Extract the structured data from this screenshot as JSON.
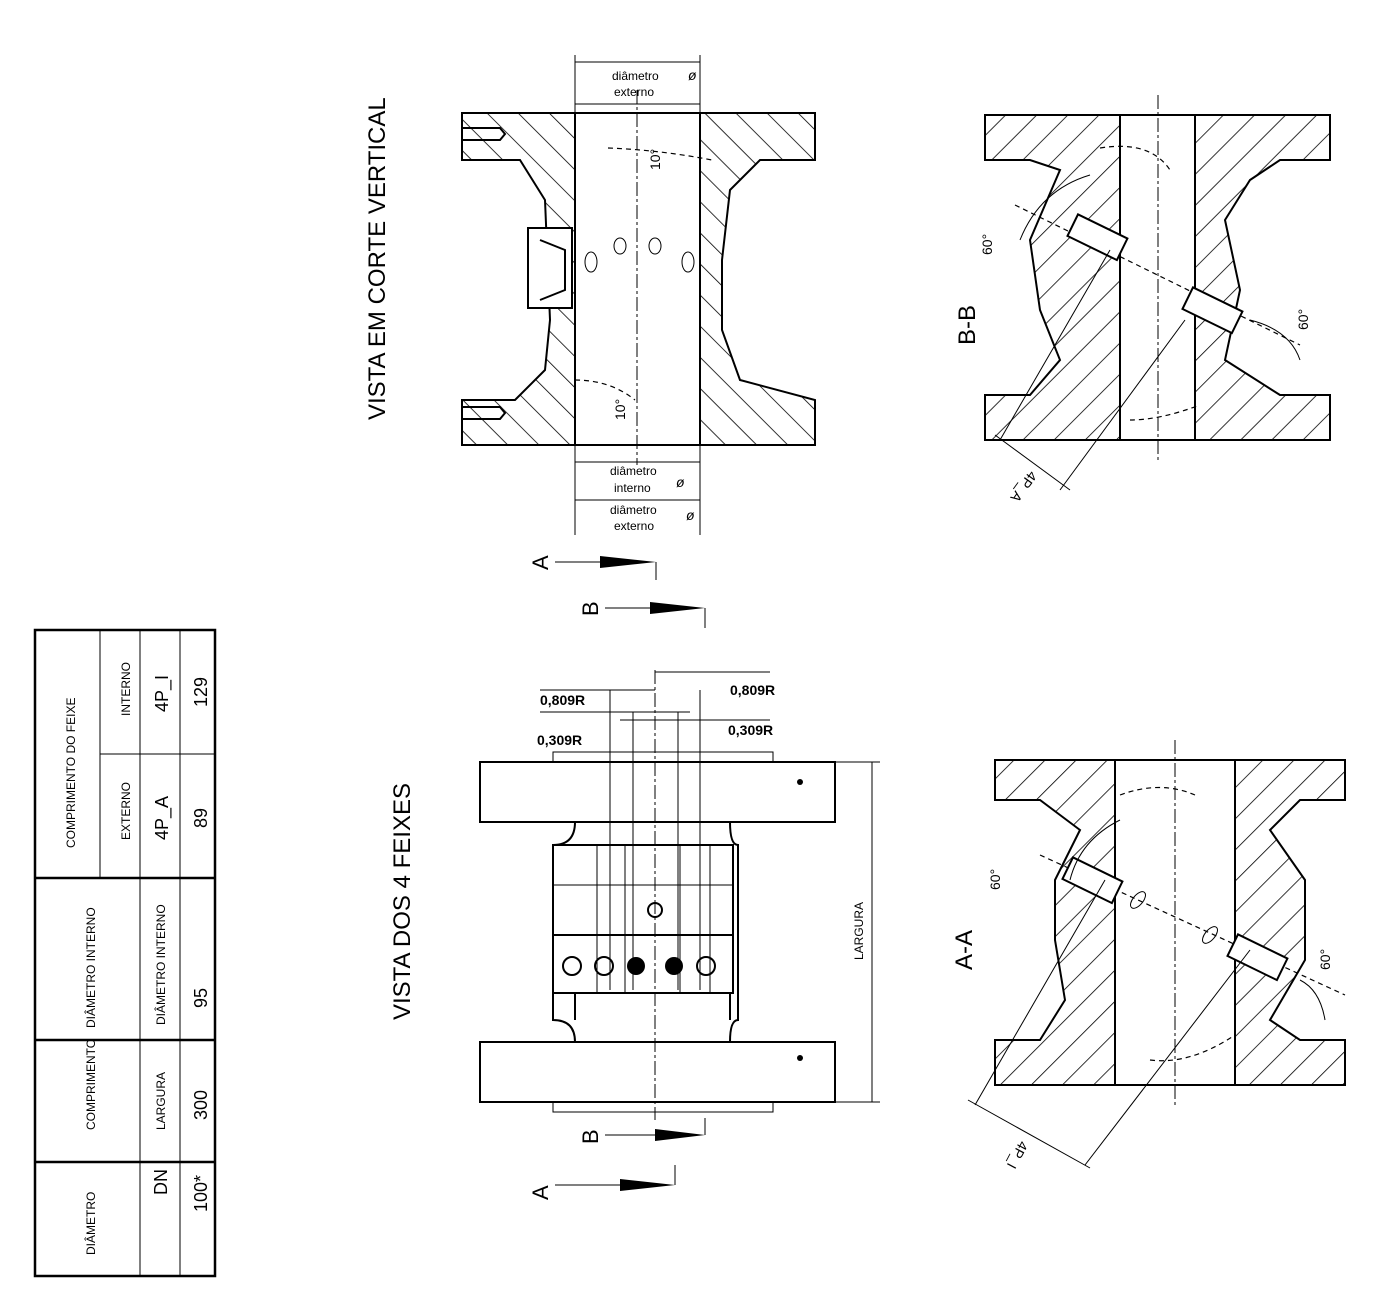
{
  "views": {
    "vertical_section_title": "VISTA EM CORTE VERTICAL",
    "four_beams_title": "VISTA DOS 4 FEIXES",
    "section_bb_label": "B-B",
    "section_aa_label": "A-A",
    "cut_a_marker": "A",
    "cut_b_marker": "B"
  },
  "dimensions": {
    "outer_diameter_line1": "diâmetro",
    "outer_diameter_line2": "externo",
    "inner_diameter_line1": "diâmetro",
    "inner_diameter_line2": "interno",
    "diameter_symbol": "ø",
    "angle_10": "10°",
    "angle_60": "60°",
    "offset_0809": "0,809R",
    "offset_0309": "0,309R",
    "width_label": "LARGURA",
    "path_external": "4P_A",
    "path_internal": "4P_I"
  },
  "table": {
    "group_headers": {
      "diametro": "DIÂMETRO",
      "comprimento": "COMPRIMENTO",
      "diametro_interno": "DIÂMETRO INTERNO",
      "comprimento_feixe": "COMPRIMENTO DO FEIXE",
      "externo": "EXTERNO",
      "interno": "INTERNO"
    },
    "headers": {
      "dn": "DN",
      "largura": "LARGURA",
      "diametro_interno": "DIÂMETRO INTERNO",
      "p_a": "4P_A",
      "p_i": "4P_I"
    },
    "values": {
      "dn": "100*",
      "largura": "300",
      "diametro_interno": "95",
      "p_a": "89",
      "p_i": "129"
    }
  }
}
